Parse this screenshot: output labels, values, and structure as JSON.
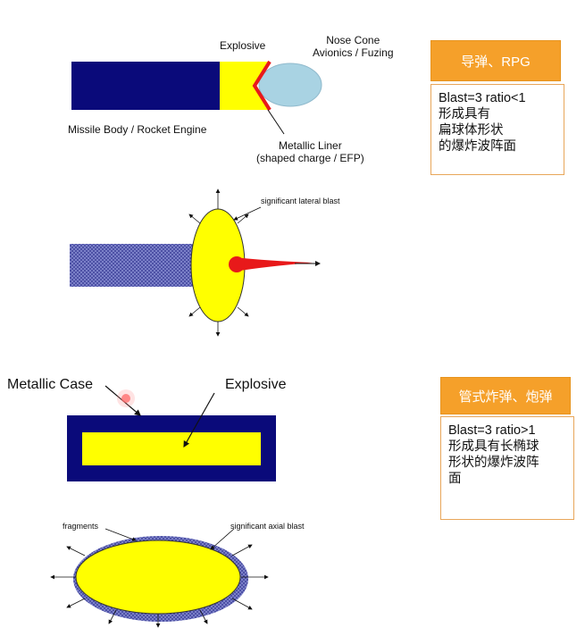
{
  "missile": {
    "explosive_label": "Explosive",
    "nose_cone_label": "Nose Cone\nAvionics / Fuzing",
    "body_label": "Missile Body / Rocket Engine",
    "liner_label": "Metallic Liner\n(shaped charge / EFP)",
    "lateral_blast_label": "significant lateral blast"
  },
  "bomb": {
    "case_label": "Metallic Case",
    "explosive_label": "Explosive",
    "fragments_label": "fragments",
    "axial_blast_label": "significant axial blast"
  },
  "note1": {
    "header": "导弹、RPG",
    "text": "Blast=3 ratio<1\n形成具有\n扁球体形状\n的爆炸波阵面"
  },
  "note2": {
    "header": "管式炸弹、炮弹",
    "text": "Blast=3 ratio>1\n形成具有长椭球\n形状的爆炸波阵\n面"
  },
  "colors": {
    "navy": "#0a0a7a",
    "yellow": "#ffff00",
    "light_blue": "#a9d3e3",
    "red": "#e8191a",
    "orange": "#f5a02a",
    "hatch": "#5a5fb5"
  }
}
